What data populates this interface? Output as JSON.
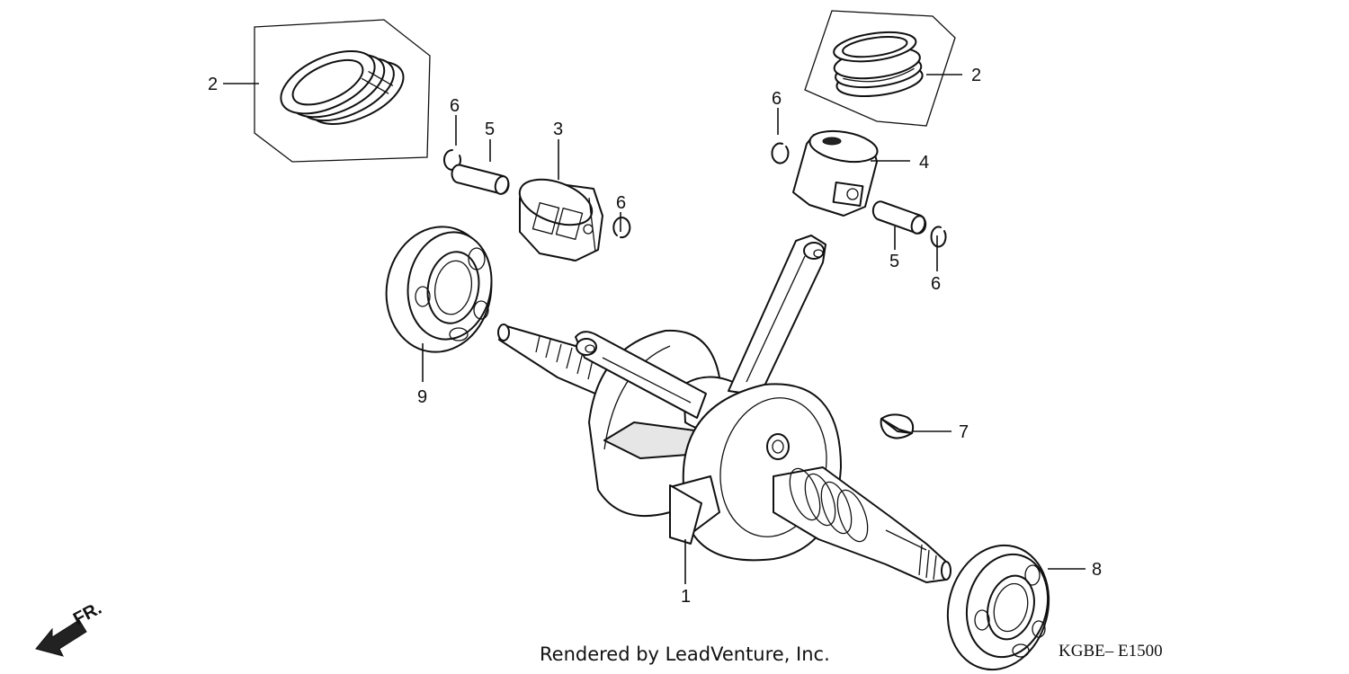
{
  "diagram": {
    "callouts": {
      "c1": "1",
      "c2a": "2",
      "c2b": "2",
      "c3": "3",
      "c4": "4",
      "c5a": "5",
      "c5b": "5",
      "c6a": "6",
      "c6b": "6",
      "c6c": "6",
      "c6d": "6",
      "c7": "7",
      "c8": "8",
      "c9": "9"
    },
    "direction_label": "FR.",
    "direction_icon": "front-arrow-icon"
  },
  "footer": {
    "credit": "Rendered by LeadVenture, Inc.",
    "diagram_code": "KGBE– E1500"
  }
}
